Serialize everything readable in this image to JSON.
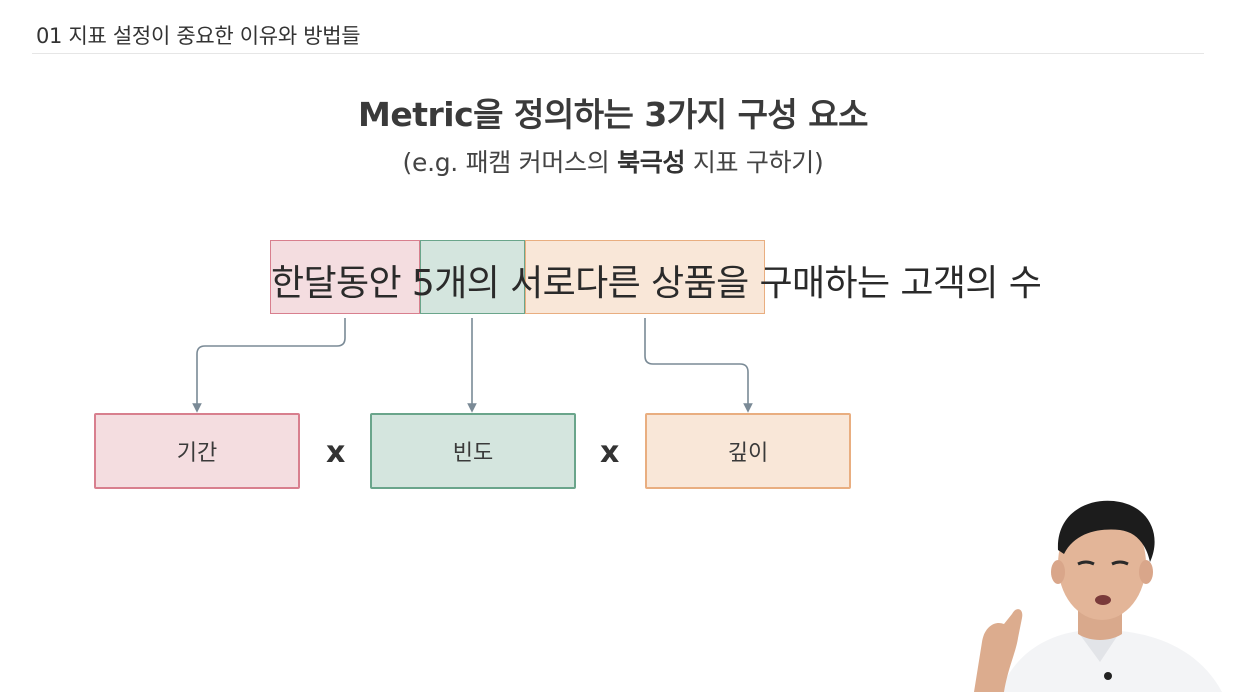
{
  "header": {
    "title": "01 지표 설정이 중요한 이유와 방법들"
  },
  "slide": {
    "title": "Metric을 정의하는 3가지 구성 요소",
    "subtitle_prefix": "(e.g. 패캠 커머스의 ",
    "subtitle_bold": "북극성",
    "subtitle_suffix": " 지표 구하기)",
    "sentence": "한달동안 5개의 서로다른 상품을 구매하는 고객의 수",
    "components": [
      {
        "label": "기간",
        "color": "#f4dde0",
        "border": "#d87f8e"
      },
      {
        "label": "빈도",
        "color": "#d4e5de",
        "border": "#6aa58b"
      },
      {
        "label": "깊이",
        "color": "#f9e7d8",
        "border": "#e9ae80"
      }
    ],
    "operator": "x"
  },
  "colors": {
    "arrow": "#7a8a96",
    "text": "#2b2b2b"
  }
}
